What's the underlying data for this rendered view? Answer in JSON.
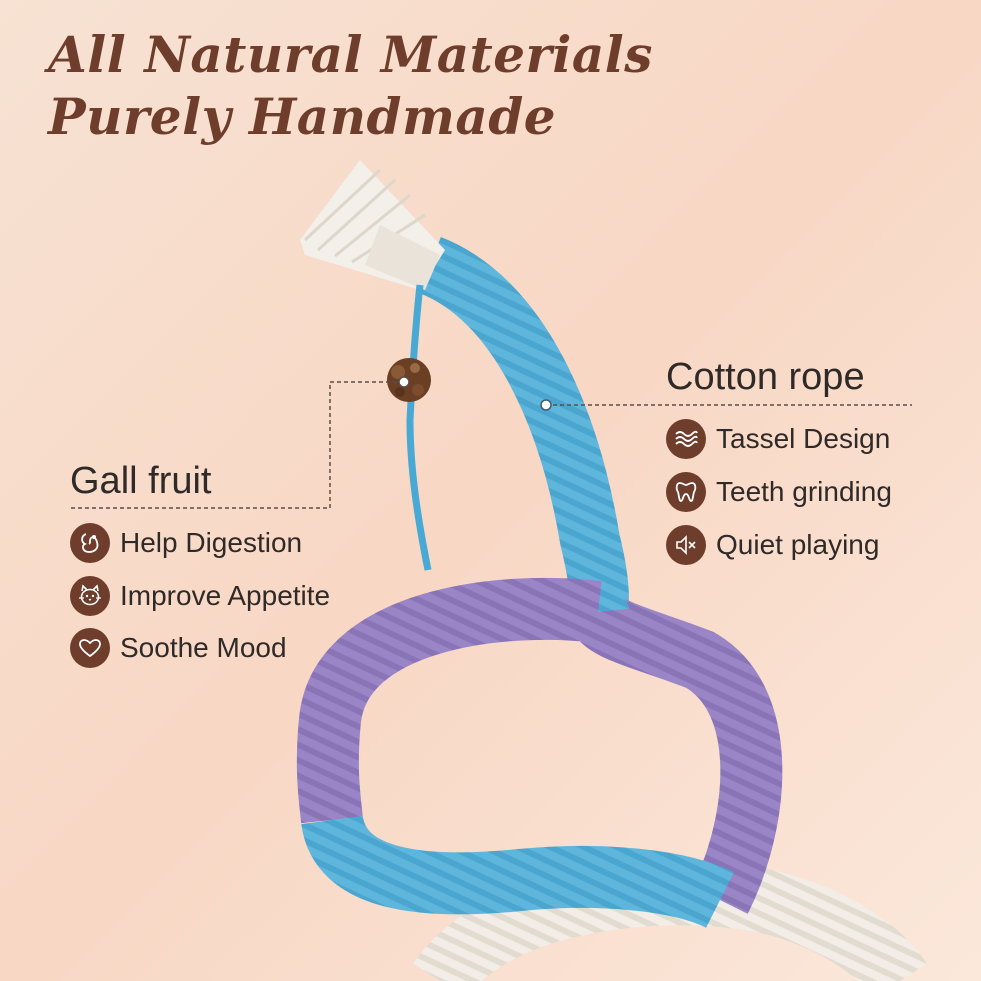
{
  "headline": {
    "line1": "All Natural Materials",
    "line2": "Purely Handmade"
  },
  "gall_fruit": {
    "title": "Gall fruit",
    "features": [
      {
        "icon": "digestion-icon",
        "label": "Help Digestion"
      },
      {
        "icon": "cat-face-icon",
        "label": "Improve Appetite"
      },
      {
        "icon": "heart-icon",
        "label": "Soothe Mood"
      }
    ]
  },
  "cotton_rope": {
    "title": "Cotton rope",
    "features": [
      {
        "icon": "waves-icon",
        "label": "Tassel Design"
      },
      {
        "icon": "tooth-icon",
        "label": "Teeth grinding"
      },
      {
        "icon": "mute-speaker-icon",
        "label": "Quiet playing"
      }
    ]
  },
  "colors": {
    "background_top": "#f6dcc8",
    "background_bottom": "#fbe6d6",
    "accent_brown": "#6e3d2b",
    "rope_blue": "#5fb6dc",
    "rope_purple": "#9a86c6",
    "rope_white": "#efeae2"
  }
}
